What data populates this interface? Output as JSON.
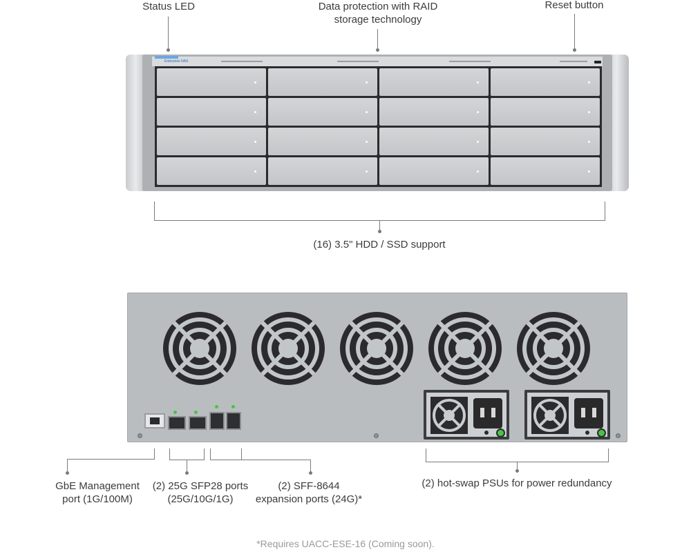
{
  "front_labels": {
    "status_led": "Status LED",
    "raid_line1": "Data protection with RAID",
    "raid_line2": "storage technology",
    "reset_button": "Reset button",
    "drive_support": "(16) 3.5\" HDD / SSD support"
  },
  "rear_labels": {
    "mgmt_line1": "GbE Management",
    "mgmt_line2": "port (1G/100M)",
    "sfp_line1": "(2) 25G SFP28 ports",
    "sfp_line2": "(25G/10G/1G)",
    "sff_line1": "(2) SFF-8644",
    "sff_line2": "expansion ports (24G)*",
    "psu": "(2) hot-swap PSUs for power redundancy"
  },
  "footnote": "*Requires UACC-ESE-16 (Coming soon).",
  "colors": {
    "led_green": "#45c545",
    "chassis_gray": "#babdc0",
    "callout_line": "#7a7a7a",
    "brand_blue": "#2a6bb8"
  },
  "drive_bays": {
    "columns": 4,
    "rows": 4
  },
  "rear_fans": 5,
  "psus": 2
}
